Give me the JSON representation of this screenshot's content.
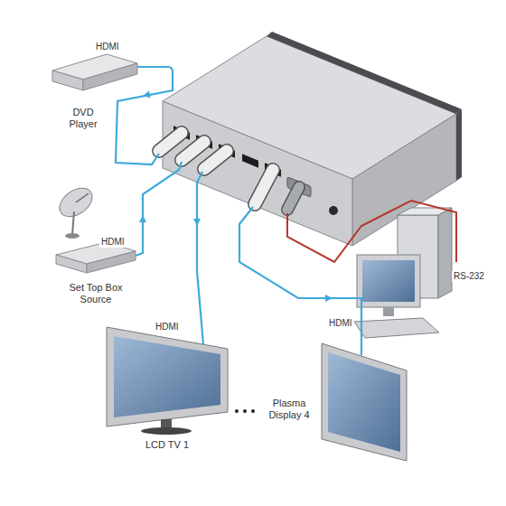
{
  "diagram": {
    "nodes": [
      {
        "text": [
          "DVD Player"
        ]
      },
      {
        "text": [
          "Set Top Box Source"
        ]
      },
      {
        "text": [
          "LCD TV 1"
        ]
      },
      {
        "text": [
          "Plasma Display 4"
        ]
      }
    ],
    "labels": [
      "HDMI",
      "HDMI",
      "HDMI",
      "HDMI",
      "RS-232"
    ]
  }
}
